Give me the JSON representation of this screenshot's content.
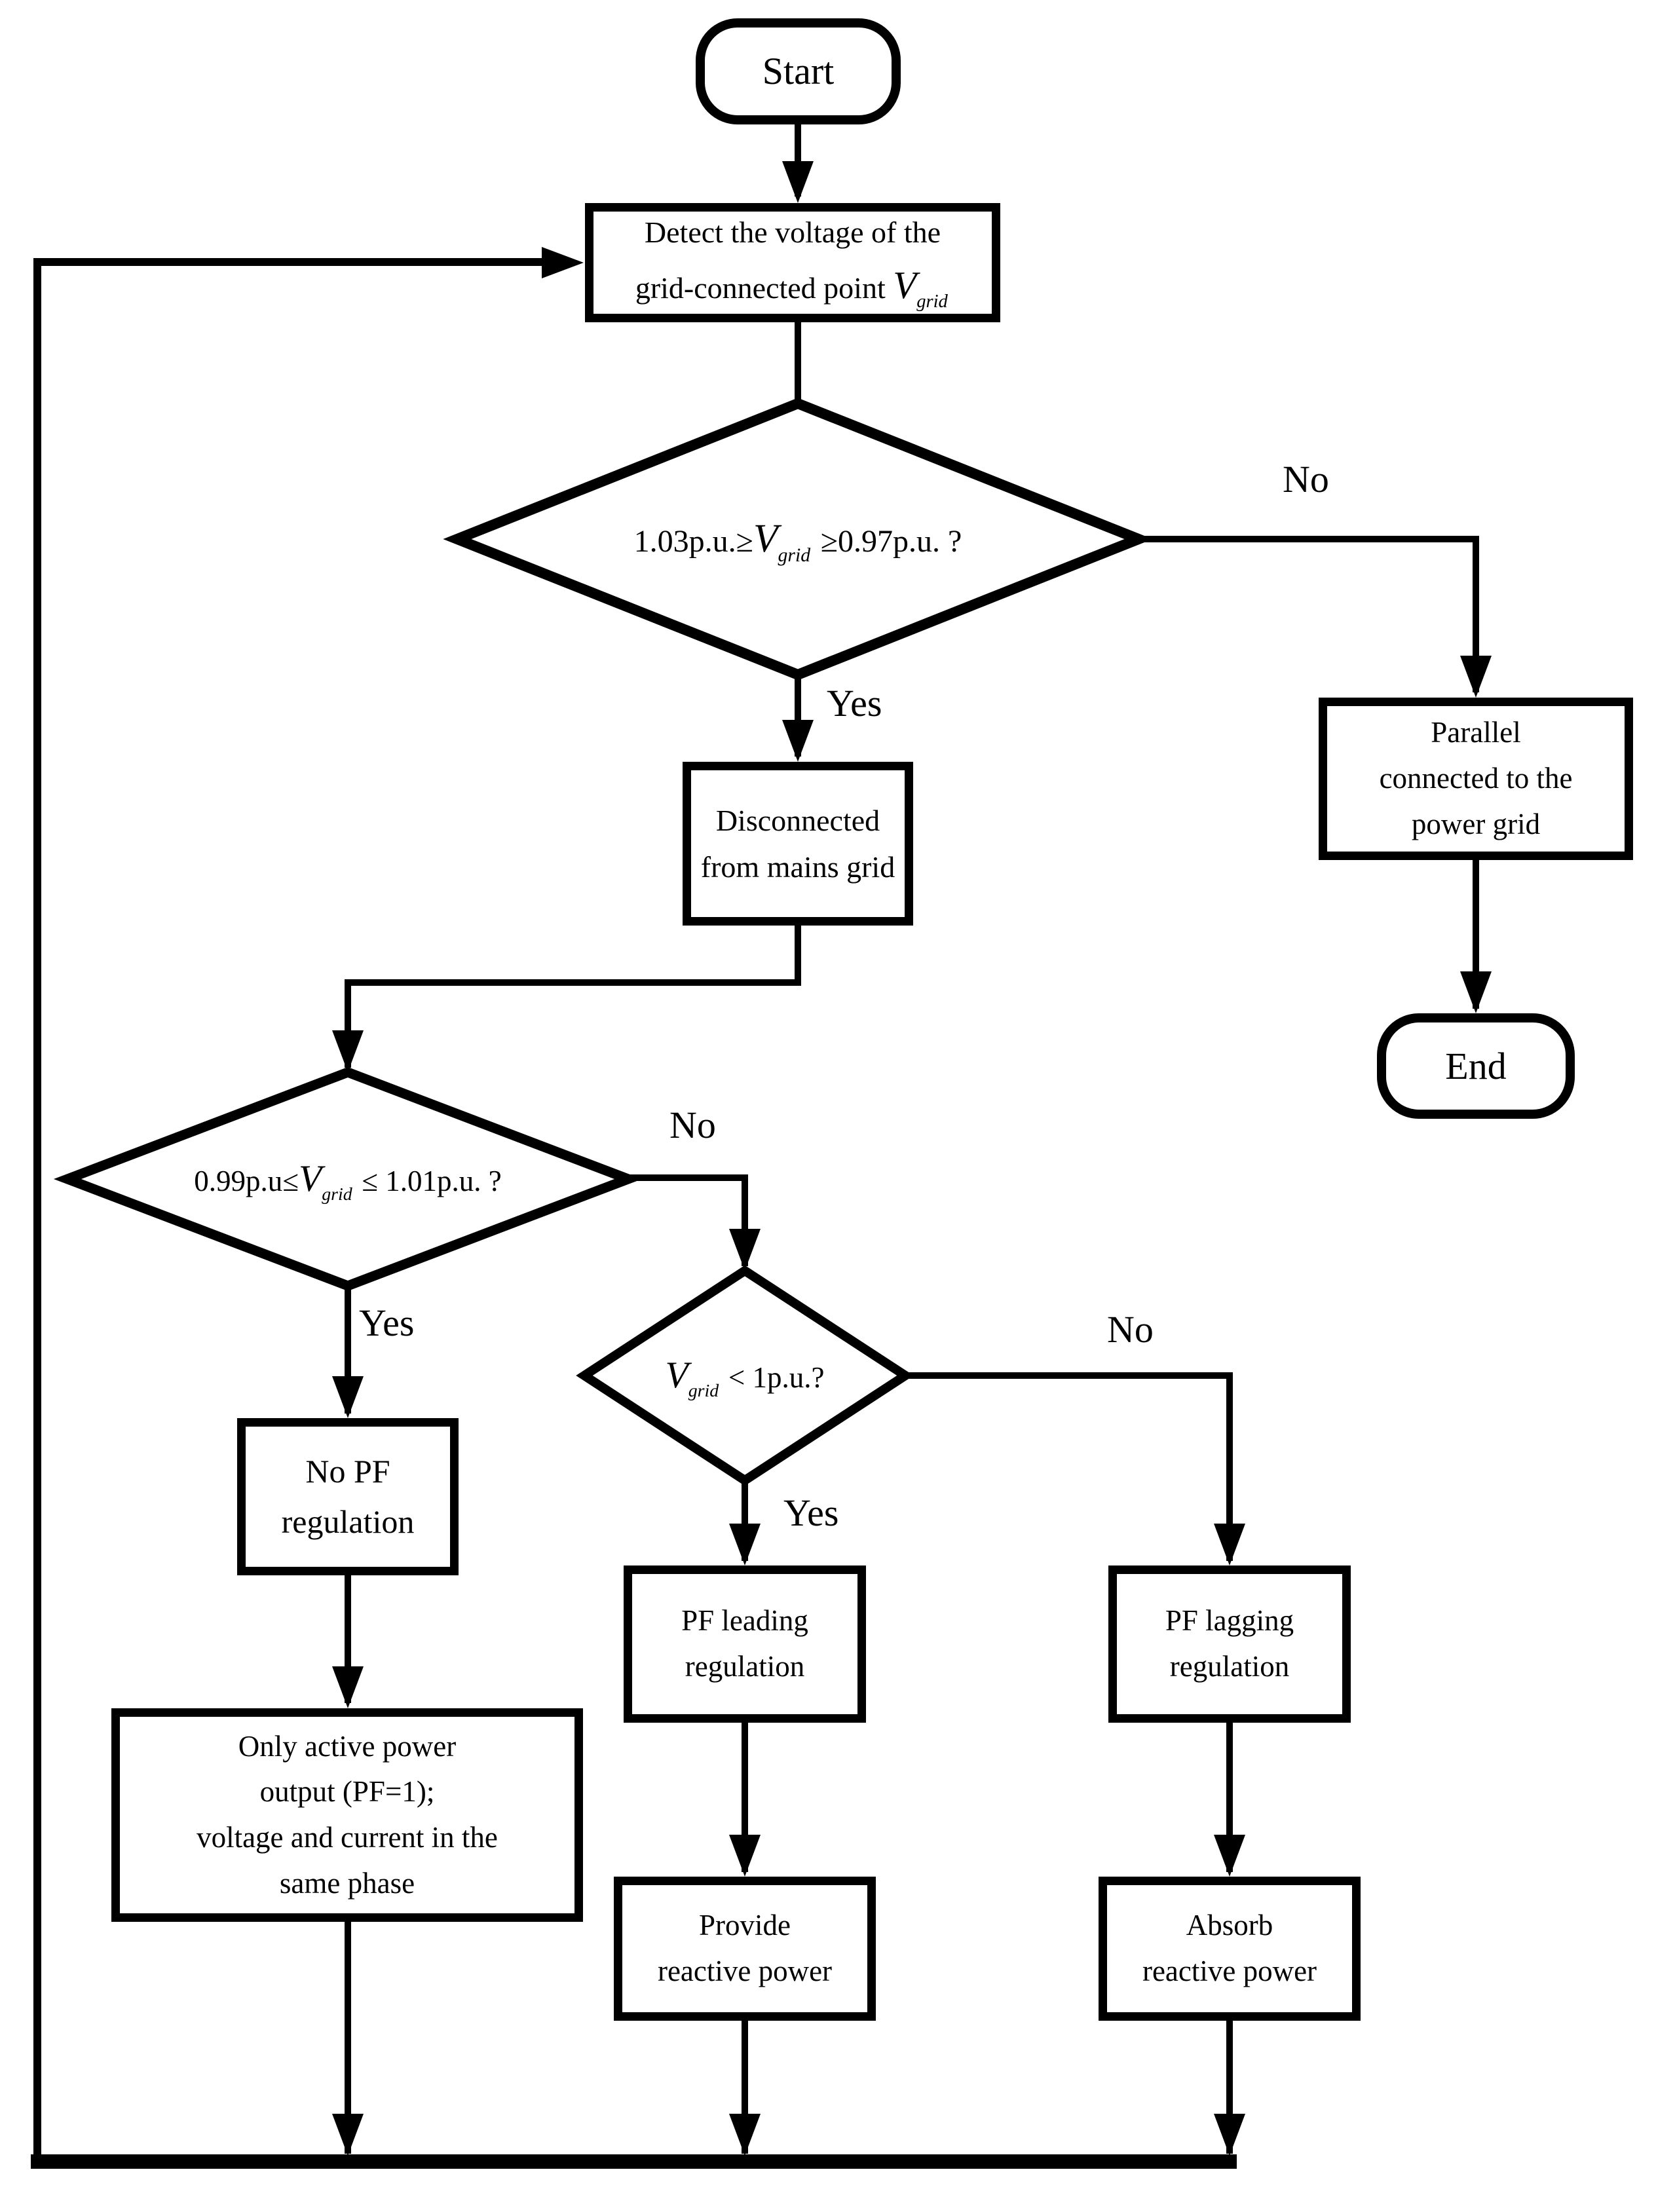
{
  "figure": {
    "background": "#ffffff",
    "ink": "#000000"
  },
  "nodes": {
    "start": {
      "type": "terminal",
      "lines": [
        "Start"
      ]
    },
    "detect": {
      "type": "process",
      "lines": [
        "Detect the voltage of the",
        [
          {
            "t": "grid-connected point ",
            "k": "n"
          },
          {
            "t": "V",
            "k": "i"
          },
          {
            "t": "grid",
            "k": "s"
          }
        ]
      ]
    },
    "d1": {
      "type": "decision",
      "lines": [
        [
          {
            "t": "1.03p.u.≥",
            "k": "n"
          },
          {
            "t": "V",
            "k": "i"
          },
          {
            "t": "grid",
            "k": "s"
          },
          {
            "t": " ≥0.97p.u. ?",
            "k": "n"
          }
        ]
      ]
    },
    "parallel": {
      "type": "process",
      "lines": [
        "Parallel",
        "connected to the",
        "power grid"
      ]
    },
    "end": {
      "type": "terminal",
      "lines": [
        "End"
      ]
    },
    "disconnected": {
      "type": "process",
      "lines": [
        "Disconnected",
        "from mains grid"
      ]
    },
    "d2": {
      "type": "decision",
      "lines": [
        [
          {
            "t": "0.99p.u≤",
            "k": "n"
          },
          {
            "t": "V",
            "k": "i"
          },
          {
            "t": "grid",
            "k": "s"
          },
          {
            "t": " ≤ 1.01p.u. ?",
            "k": "n"
          }
        ]
      ]
    },
    "d3": {
      "type": "decision",
      "lines": [
        [
          {
            "t": "V",
            "k": "i"
          },
          {
            "t": "grid",
            "k": "s"
          },
          {
            "t": " < 1p.u.?",
            "k": "n"
          }
        ]
      ]
    },
    "nopf": {
      "type": "process",
      "lines": [
        "No PF",
        "regulation"
      ]
    },
    "only": {
      "type": "process",
      "lines": [
        "Only active power",
        "output (PF=1);",
        "voltage and current in the",
        "same phase"
      ]
    },
    "pflead": {
      "type": "process",
      "lines": [
        "PF leading",
        "regulation"
      ]
    },
    "pflag": {
      "type": "process",
      "lines": [
        "PF lagging",
        "regulation"
      ]
    },
    "provide": {
      "type": "process",
      "lines": [
        "Provide",
        "reactive power"
      ]
    },
    "absorb": {
      "type": "process",
      "lines": [
        "Absorb",
        "reactive power"
      ]
    }
  },
  "edge_labels": {
    "yes1": "Yes",
    "no1": "No",
    "yes2": "Yes",
    "no2": "No",
    "yes3": "Yes",
    "no3": "No"
  }
}
